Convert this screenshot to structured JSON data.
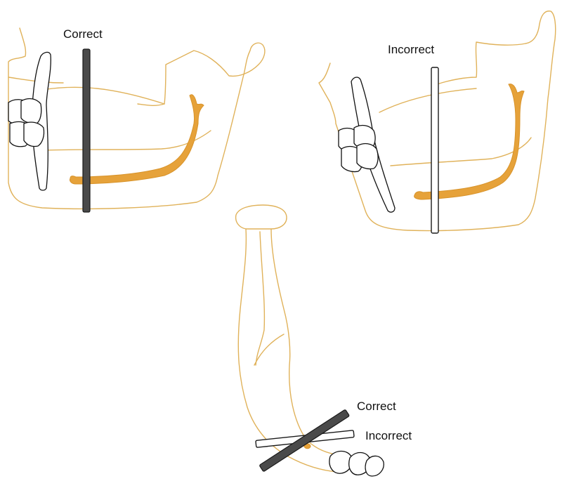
{
  "labels": {
    "top_left": "Correct",
    "top_right": "Incorrect",
    "bottom_correct": "Correct",
    "bottom_incorrect": "Incorrect"
  },
  "colors": {
    "bone_outline": "#e0b25a",
    "nerve_canal": "#e6a23a",
    "teeth_outline": "#111111",
    "correct_bar": "#4a4a4a",
    "incorrect_bar": "#ffffff"
  }
}
